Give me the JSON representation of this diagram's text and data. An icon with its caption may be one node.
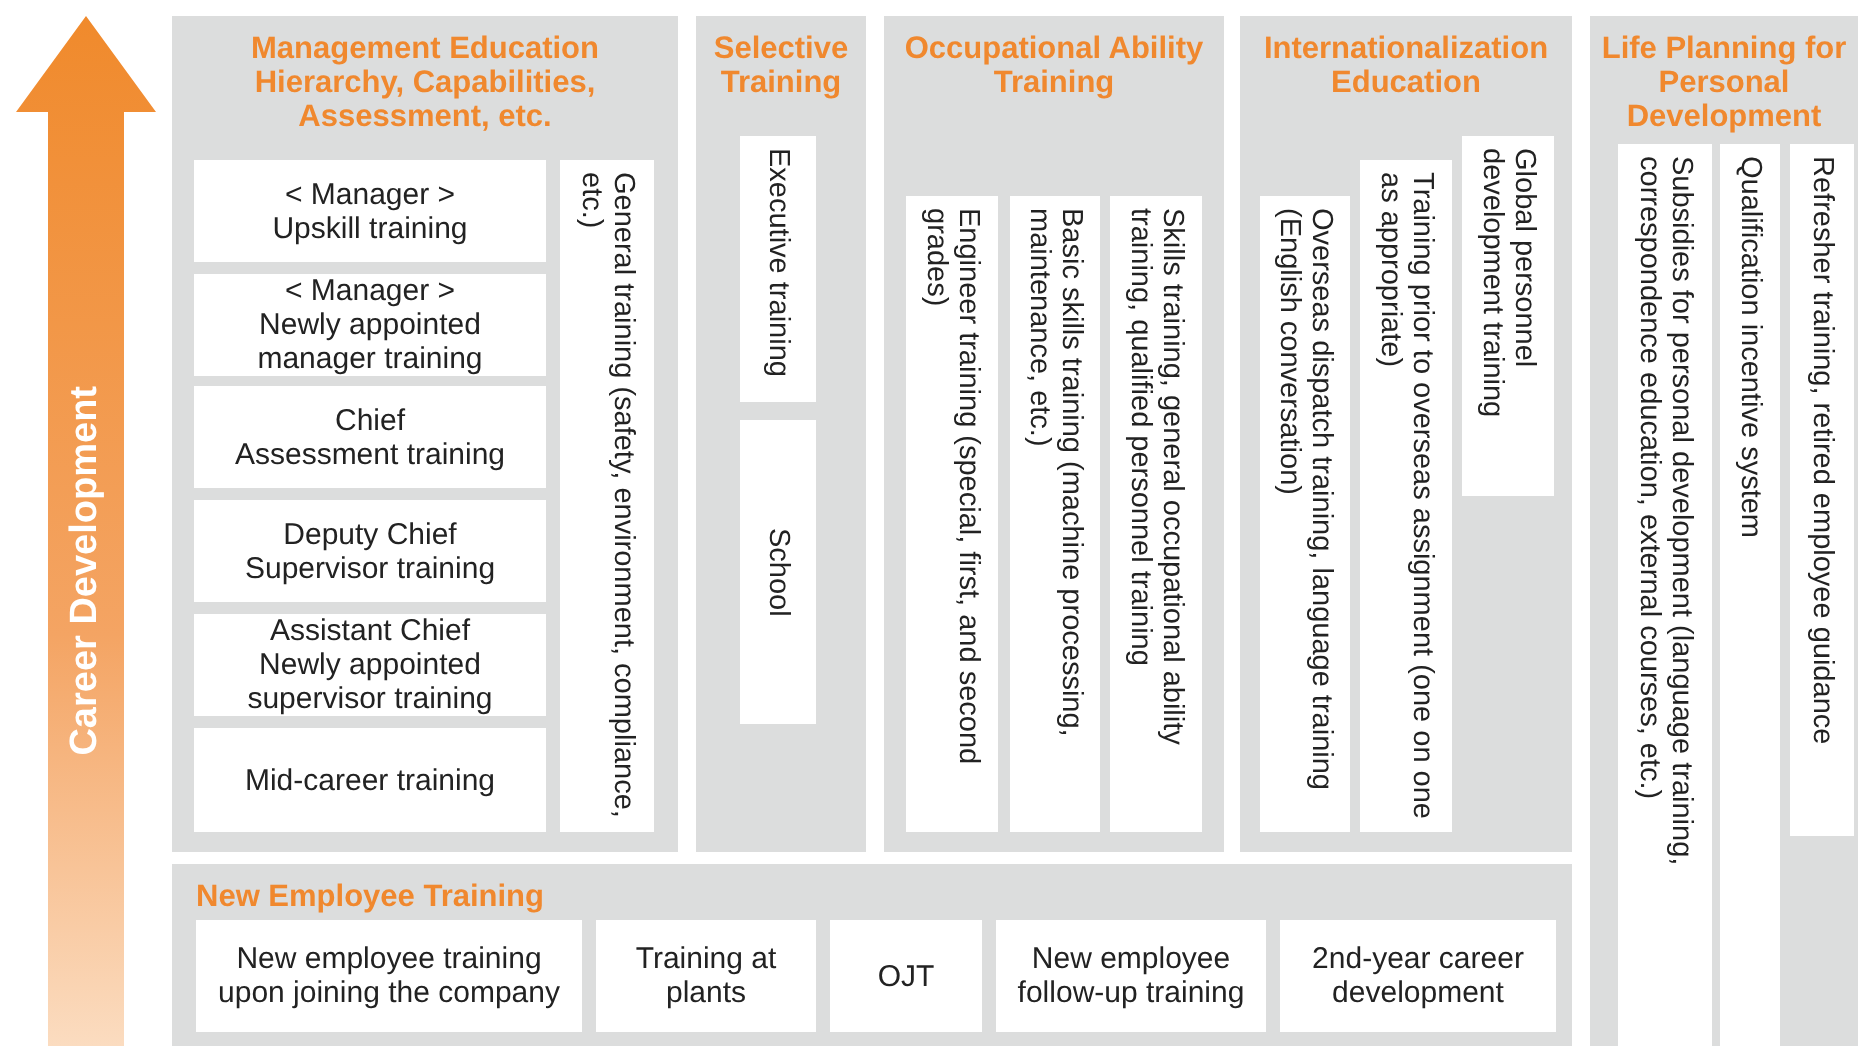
{
  "diagram": {
    "nodes": [
      {
        "text": [
          "Career Development"
        ]
      },
      {
        "text": [
          "Management Education Hierarchy, Capabilities, Assessment, etc."
        ]
      },
      {
        "text": [
          "< Manager >",
          "Upskill training"
        ],
        "in": 1
      },
      {
        "text": [
          "< Manager >",
          "Newly appointed manager training"
        ],
        "in": 1
      },
      {
        "text": [
          "Chief",
          "Assessment training"
        ],
        "in": 1
      },
      {
        "text": [
          "Deputy Chief",
          "Supervisor training"
        ],
        "in": 1
      },
      {
        "text": [
          "Assistant Chief",
          "Newly appointed supervisor training"
        ],
        "in": 1
      },
      {
        "text": [
          "Mid-career training"
        ],
        "in": 1
      },
      {
        "text": [
          "General training (safety, environment, compliance, etc.)"
        ],
        "in": 1
      },
      {
        "text": [
          "Selective Training"
        ]
      },
      {
        "text": [
          "Executive training"
        ],
        "in": 9
      },
      {
        "text": [
          "School"
        ],
        "in": 9
      },
      {
        "text": [
          "Occupational Ability Training"
        ]
      },
      {
        "text": [
          "Skills training, general occupational ability training, qualified personnel training"
        ],
        "in": 12
      },
      {
        "text": [
          "Basic skills training (machine processing, maintenance, etc.)"
        ],
        "in": 12
      },
      {
        "text": [
          "Engineer training (special, first, and second grades)"
        ],
        "in": 12
      },
      {
        "text": [
          "Internationalization Education"
        ]
      },
      {
        "text": [
          "Global personnel development training"
        ],
        "in": 16
      },
      {
        "text": [
          "Training prior to overseas assignment (one on one as appropriate)"
        ],
        "in": 16
      },
      {
        "text": [
          "Overseas dispatch training, language training (English conversation)"
        ],
        "in": 16
      },
      {
        "text": [
          "Life Planning for Personal Development"
        ]
      },
      {
        "text": [
          "Refresher training, retired employee guidance"
        ],
        "in": 20
      },
      {
        "text": [
          "Qualification incentive system"
        ],
        "in": 20
      },
      {
        "text": [
          "Subsidies for personal development (language training, correspondence education, external courses, etc.)"
        ],
        "in": 20
      },
      {
        "text": [
          "New Employee Training"
        ]
      },
      {
        "text": [
          "New employee training upon joining the company"
        ],
        "in": 24
      },
      {
        "text": [
          "Training at plants"
        ],
        "in": 24
      },
      {
        "text": [
          "OJT"
        ],
        "in": 24
      },
      {
        "text": [
          "New employee follow-up training"
        ],
        "in": 24
      },
      {
        "text": [
          "2nd-year career development"
        ],
        "in": 24
      }
    ]
  }
}
